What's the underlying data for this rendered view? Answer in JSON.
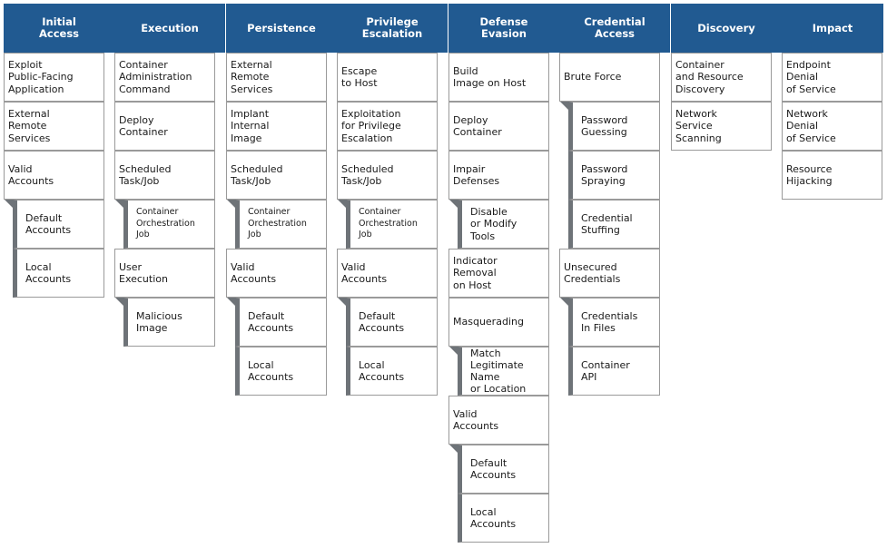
{
  "colors": {
    "header_bg": "#215a91",
    "header_text": "#ffffff",
    "sub_bar": "#6e7378",
    "cell_border": "#9a9a9a"
  },
  "tactics": [
    {
      "name": "Initial\nAccess",
      "techniques": [
        {
          "label": "Exploit\nPublic-Facing\nApplication"
        },
        {
          "label": "External\nRemote\nServices"
        },
        {
          "label": "Valid\nAccounts"
        },
        {
          "label": "Default\nAccounts",
          "sub": true
        },
        {
          "label": "Local\nAccounts",
          "sub": true
        }
      ]
    },
    {
      "name": "Execution",
      "techniques": [
        {
          "label": "Container\nAdministration\nCommand"
        },
        {
          "label": "Deploy\nContainer"
        },
        {
          "label": "Scheduled\nTask/Job"
        },
        {
          "label": "Container\nOrchestration\nJob",
          "sub": true,
          "small": true
        },
        {
          "label": "User\nExecution"
        },
        {
          "label": "Malicious\nImage",
          "sub": true
        }
      ]
    },
    {
      "name": "Persistence",
      "techniques": [
        {
          "label": "External\nRemote\nServices"
        },
        {
          "label": "Implant\nInternal\nImage"
        },
        {
          "label": "Scheduled\nTask/Job"
        },
        {
          "label": "Container\nOrchestration\nJob",
          "sub": true,
          "small": true
        },
        {
          "label": "Valid\nAccounts"
        },
        {
          "label": "Default\nAccounts",
          "sub": true
        },
        {
          "label": "Local\nAccounts",
          "sub": true
        }
      ]
    },
    {
      "name": "Privilege\nEscalation",
      "techniques": [
        {
          "label": "Escape\nto Host"
        },
        {
          "label": "Exploitation\nfor Privilege\nEscalation"
        },
        {
          "label": "Scheduled\nTask/Job"
        },
        {
          "label": "Container\nOrchestration\nJob",
          "sub": true,
          "small": true
        },
        {
          "label": "Valid\nAccounts"
        },
        {
          "label": "Default\nAccounts",
          "sub": true
        },
        {
          "label": "Local\nAccounts",
          "sub": true
        }
      ]
    },
    {
      "name": "Defense\nEvasion",
      "techniques": [
        {
          "label": "Build\nImage on Host"
        },
        {
          "label": "Deploy\nContainer"
        },
        {
          "label": "Impair\nDefenses"
        },
        {
          "label": "Disable\nor Modify\nTools",
          "sub": true
        },
        {
          "label": "Indicator\nRemoval\non Host"
        },
        {
          "label": "Masquerading"
        },
        {
          "label": "Match\nLegitimate\nName\nor Location",
          "sub": true
        },
        {
          "label": "Valid\nAccounts"
        },
        {
          "label": "Default\nAccounts",
          "sub": true
        },
        {
          "label": "Local\nAccounts",
          "sub": true
        }
      ]
    },
    {
      "name": "Credential\nAccess",
      "techniques": [
        {
          "label": "Brute Force"
        },
        {
          "label": "Password\nGuessing",
          "sub": true
        },
        {
          "label": "Password\nSpraying",
          "sub": true
        },
        {
          "label": "Credential\nStuffing",
          "sub": true
        },
        {
          "label": "Unsecured\nCredentials"
        },
        {
          "label": "Credentials\nIn Files",
          "sub": true
        },
        {
          "label": "Container\nAPI",
          "sub": true
        }
      ]
    },
    {
      "name": "Discovery",
      "techniques": [
        {
          "label": "Container\nand Resource\nDiscovery"
        },
        {
          "label": "Network\nService\nScanning"
        }
      ]
    },
    {
      "name": "Impact",
      "techniques": [
        {
          "label": "Endpoint\nDenial\nof Service"
        },
        {
          "label": "Network\nDenial\nof Service"
        },
        {
          "label": "Resource\nHijacking"
        }
      ]
    }
  ]
}
